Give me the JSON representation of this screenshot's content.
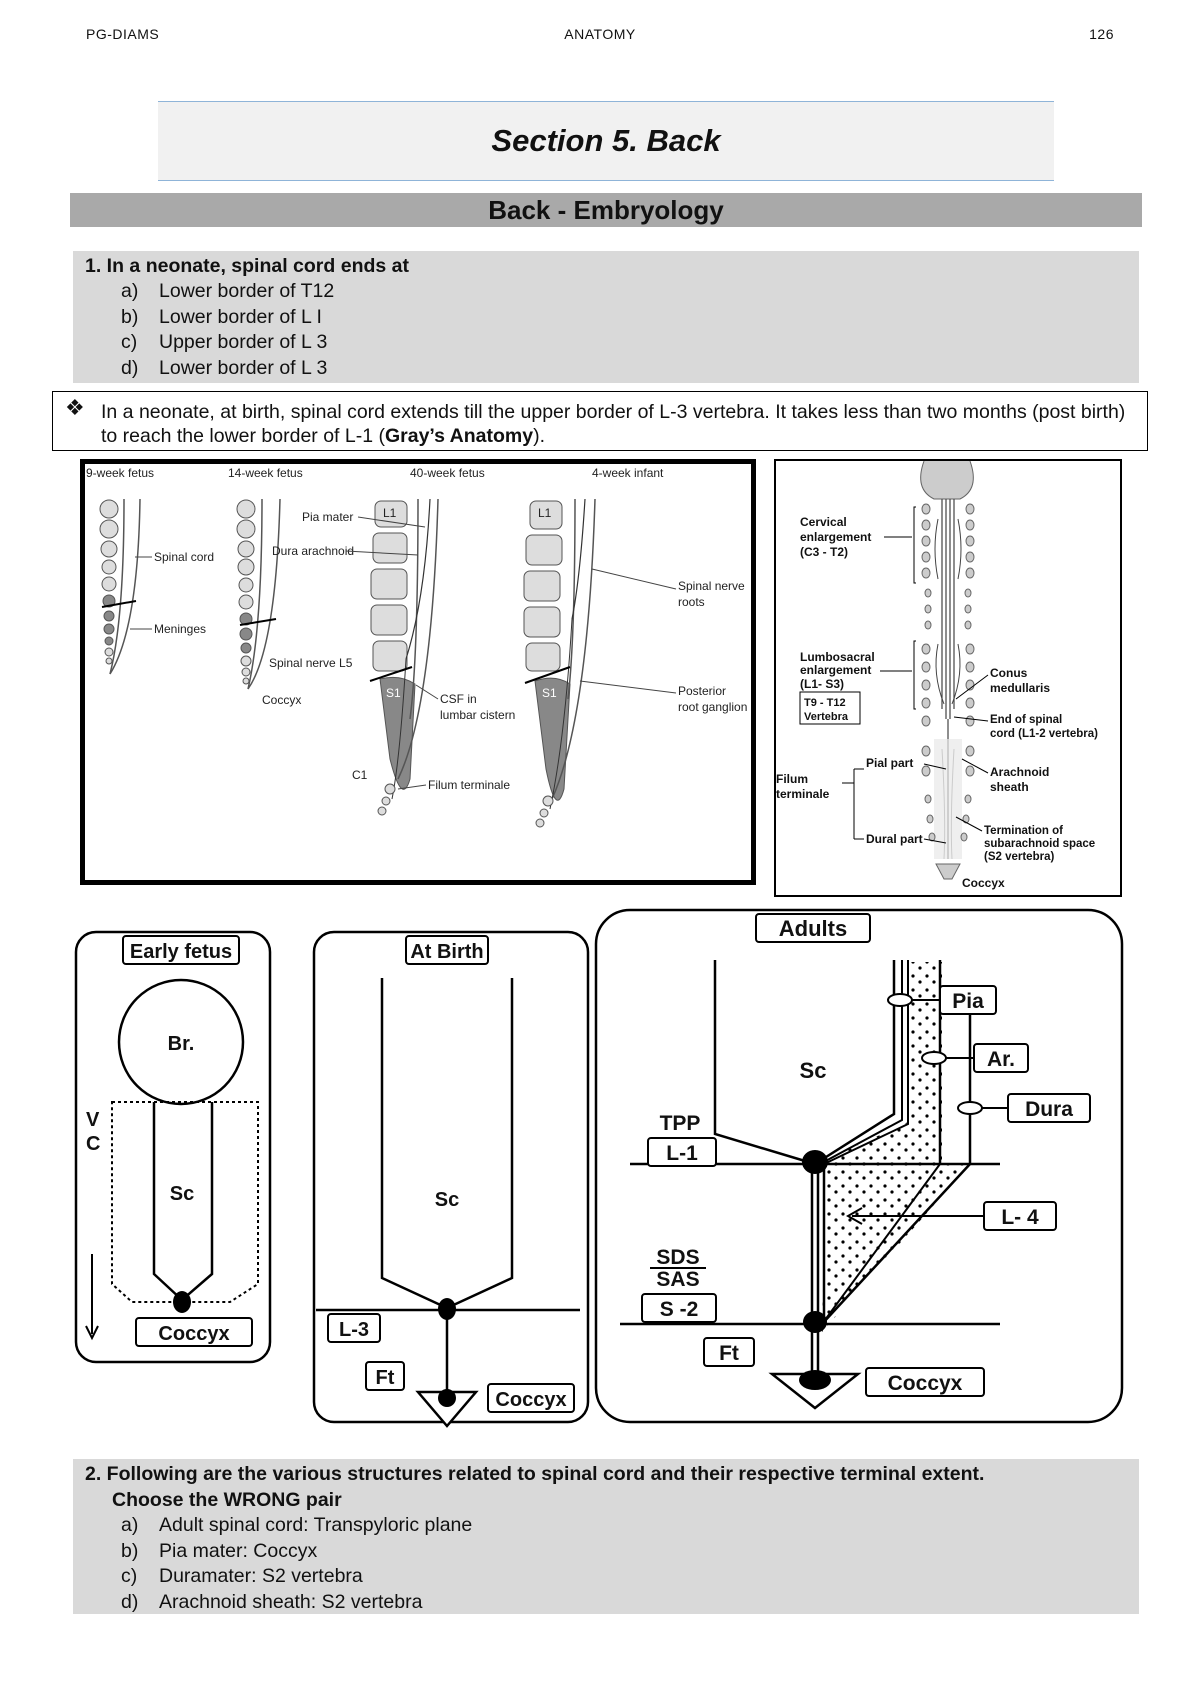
{
  "header": {
    "left": "PG-DIAMS",
    "center": "ANATOMY",
    "right": "126"
  },
  "section_title": "Section 5. Back",
  "subsection_title": "Back - Embryology",
  "question1": {
    "stem": "1. In a neonate, spinal cord ends at",
    "options": [
      {
        "letter": "a)",
        "text": "Lower border of T12"
      },
      {
        "letter": "b)",
        "text": "Lower border of L I"
      },
      {
        "letter": "c)",
        "text": "Upper border of L 3"
      },
      {
        "letter": "d)",
        "text": "Lower border of L 3"
      }
    ]
  },
  "answer1": {
    "bullet": "❖",
    "text_before": "In a neonate, at birth, spinal cord extends till the upper border of L-3 vertebra. It takes less than two months (post birth) to reach the lower border of L-1 (",
    "reference": "Gray’s Anatomy",
    "text_after": ")."
  },
  "figure1": {
    "stages": [
      "9-week fetus",
      "14-week fetus",
      "40-week fetus",
      "4-week infant"
    ],
    "labels": {
      "spinal_cord": "Spinal cord",
      "meninges": "Meninges",
      "pia": "Pia mater",
      "dura": "Dura arachnoid",
      "nerve_l5": "Spinal nerve L5",
      "coccyx": "Coccyx",
      "csf1": "CSF in",
      "csf2": "lumbar cistern",
      "c1": "C1",
      "filum": "Filum terminale",
      "roots1": "Spinal nerve",
      "roots2": "roots",
      "ganglion1": "Posterior",
      "ganglion2": "root ganglion",
      "l1": "L1",
      "s1": "S1"
    }
  },
  "figure2": {
    "cervical": [
      "Cervical",
      "enlargement",
      "(C3 - T2)"
    ],
    "lumbosacral": [
      "Lumbosacral",
      "enlargement",
      "(L1- S3)"
    ],
    "vertebra_box": [
      "T9 - T12",
      "Vertebra"
    ],
    "conus": [
      "Conus",
      "medullaris"
    ],
    "end_cord": [
      "End of spinal",
      "cord (L1-2 vertebra)"
    ],
    "arachnoid": [
      "Arachnoid",
      "sheath"
    ],
    "filum": [
      "Filum",
      "terminale"
    ],
    "pial": "Pial part",
    "dural": "Dural part",
    "termination": [
      "Termination of",
      "subarachnoid space",
      "(S2 vertebra)"
    ],
    "coccyx": "Coccyx"
  },
  "figure3": {
    "early": {
      "title": "Early fetus",
      "br": "Br.",
      "vc1": "V",
      "vc2": "C",
      "sc": "Sc",
      "coccyx": "Coccyx"
    },
    "birth": {
      "title": "At Birth",
      "sc": "Sc",
      "l3": "L-3",
      "ft": "Ft",
      "coccyx": "Coccyx"
    },
    "adult": {
      "title": "Adults",
      "sc": "Sc",
      "pia": "Pia",
      "ar": "Ar.",
      "dura": "Dura",
      "tpp": "TPP",
      "l1": "L-1",
      "l4": "L- 4",
      "sds": "SDS",
      "sas": "SAS",
      "s2": "S -2",
      "ft": "Ft",
      "coccyx": "Coccyx"
    }
  },
  "question2": {
    "stem_line1": "2. Following are the various structures related to spinal cord and their respective terminal extent.",
    "stem_line2": "Choose the WRONG pair",
    "options": [
      {
        "letter": "a)",
        "text": "Adult spinal cord: Transpyloric plane"
      },
      {
        "letter": "b)",
        "text": "Pia mater: Coccyx"
      },
      {
        "letter": "c)",
        "text": "Duramater: S2 vertebra"
      },
      {
        "letter": "d)",
        "text": "Arachnoid sheath: S2 vertebra"
      }
    ]
  }
}
